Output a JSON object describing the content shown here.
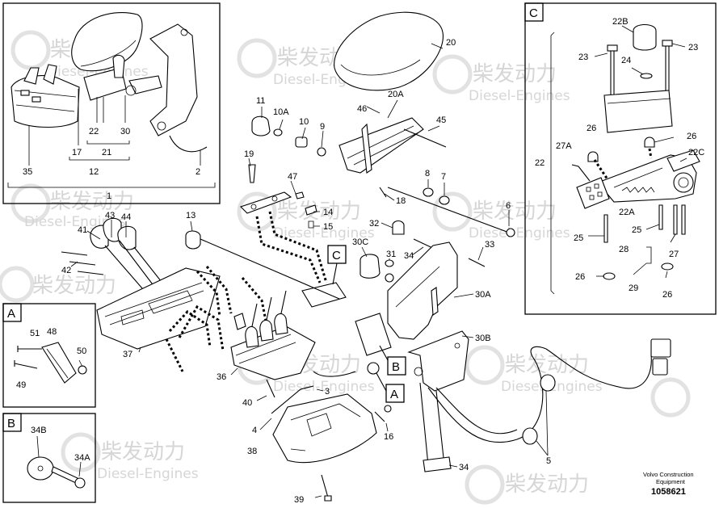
{
  "watermark": {
    "brand_cn": "柴发动力",
    "brand_en": "Diesel-Engines"
  },
  "callouts": {
    "c1": "1",
    "c2": "2",
    "c3": "3",
    "c4": "4",
    "c5": "5",
    "c6": "6",
    "c7": "7",
    "c8": "8",
    "c9": "9",
    "c10": "10",
    "c10A": "10A",
    "c11": "11",
    "c12": "12",
    "c13": "13",
    "c14": "14",
    "c15": "15",
    "c16": "16",
    "c17": "17",
    "c18": "18",
    "c19": "19",
    "c20": "20",
    "c20A": "20A",
    "c21": "21",
    "c22": "22",
    "c22A": "22A",
    "c22B": "22B",
    "c22C": "22C",
    "c23a": "23",
    "c23b": "23",
    "c24": "24",
    "c25a": "25",
    "c25b": "25",
    "c26a": "26",
    "c26b": "26",
    "c26c": "26",
    "c26d": "26",
    "c27": "27",
    "c27A": "27A",
    "c28": "28",
    "c29": "29",
    "c30": "30",
    "c30A": "30A",
    "c30B": "30B",
    "c30C": "30C",
    "c31": "31",
    "c32": "32",
    "c33": "33",
    "c34": "34",
    "c34main": "34",
    "c34A": "34A",
    "c34B": "34B",
    "c35": "35",
    "c36": "36",
    "c37": "37",
    "c38": "38",
    "c39": "39",
    "c40": "40",
    "c41": "41",
    "c42": "42",
    "c43": "43",
    "c44": "44",
    "c45": "45",
    "c46": "46",
    "c47": "47",
    "c48": "48",
    "c49": "49",
    "c50": "50",
    "c51": "51",
    "c22s": "22"
  },
  "detail_boxes": {
    "A": "A",
    "B": "B",
    "C": "C"
  },
  "reference_tags": {
    "A": "A",
    "B": "B",
    "C": "C"
  },
  "footer": {
    "credit_line1": "Volvo Construction",
    "credit_line2": "Equipment",
    "doc_number": "1058621"
  }
}
